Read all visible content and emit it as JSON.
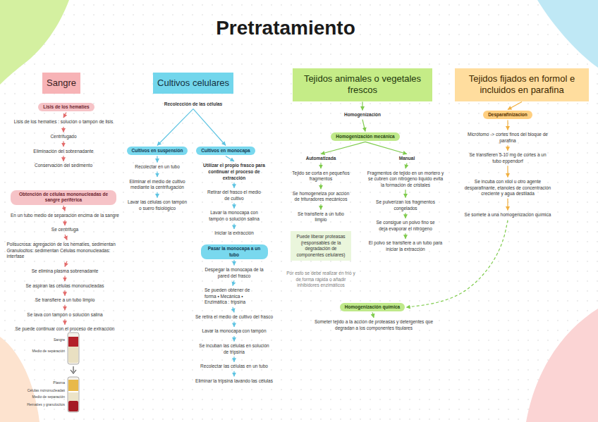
{
  "diagram": {
    "title": "Pretratamiento",
    "nodes": [
      {
        "text": [
          "Sangre"
        ]
      },
      {
        "text": [
          "Lisis de los hematíes"
        ]
      },
      {
        "text": [
          "Lisis de los hematíes : solución o tampón de lisis"
        ]
      },
      {
        "text": [
          "Centrifugado"
        ]
      },
      {
        "text": [
          "Eliminación del sobrenadante"
        ]
      },
      {
        "text": [
          "Conservación del sedimento"
        ]
      },
      {
        "text": [
          "Obtención de células mononucleadas de sangre periférica"
        ]
      },
      {
        "text": [
          "En un tubo medio de separación encima de la sangre"
        ]
      },
      {
        "text": [
          "Se centrifuga"
        ]
      },
      {
        "text": [
          "Polisucrosa: agregación de los hematíes, sedimentan Granulocitos: sedimentan Células mononucleadas: interfase"
        ]
      },
      {
        "text": [
          "Se elimina plasma sobrenadante"
        ]
      },
      {
        "text": [
          "Se aspiran las células mononucleadas"
        ]
      },
      {
        "text": [
          "Se transfiere a un tubo limpio"
        ]
      },
      {
        "text": [
          "Se lava con tampón o solución salina"
        ]
      },
      {
        "text": [
          "Se puede continuar con el proceso de extracción"
        ]
      },
      {
        "text": [
          "Cultivos celulares"
        ]
      },
      {
        "text": [
          "Recolección de las células"
        ]
      },
      {
        "text": [
          "Cultivos en suspensión"
        ]
      },
      {
        "text": [
          "Recolectar en un tubo"
        ]
      },
      {
        "text": [
          "Eliminar el medio de cultivo mediante la centrifugación"
        ]
      },
      {
        "text": [
          "Lavar las células con tampón o suero fisiológico"
        ]
      },
      {
        "text": [
          "Cultivos en monocapa"
        ]
      },
      {
        "text": [
          "Utilizar el propio frasco para continuar el proceso de extracción"
        ]
      },
      {
        "text": [
          "Retirar del frasco el medio de cultivo"
        ]
      },
      {
        "text": [
          "Lavar la monocapa con tampón o solución salina"
        ]
      },
      {
        "text": [
          "Iniciar la extracción"
        ]
      },
      {
        "text": [
          "Pasar la monocapa a un tubo"
        ]
      },
      {
        "text": [
          "Despegar la monocapa de la pared del frasco"
        ]
      },
      {
        "text": [
          "Se pueden obtener de forma • Mecánica • Enzimática : tripsina"
        ]
      },
      {
        "text": [
          "Se retira el medio de cultivo del frasco"
        ]
      },
      {
        "text": [
          "Lavar la monocapa con tampón"
        ]
      },
      {
        "text": [
          "Se incuban las células en solución de tripsina"
        ]
      },
      {
        "text": [
          "Recolectar las células en un tubo"
        ]
      },
      {
        "text": [
          "Eliminar la tripsina lavando las células"
        ]
      },
      {
        "text": [
          "Tejidos animales o vegetales frescos"
        ]
      },
      {
        "text": [
          "Homogenización"
        ]
      },
      {
        "text": [
          "Homogenización mecánica"
        ]
      },
      {
        "text": [
          "Automatizada"
        ]
      },
      {
        "text": [
          "Tejido se corta en pequeños fragmentos"
        ]
      },
      {
        "text": [
          "Se homogeneiza por acción de trituradores mecánicos"
        ]
      },
      {
        "text": [
          "Se transfiere a un tubo limpio"
        ]
      },
      {
        "text": [
          "Puede liberar proteasas (responsables de la degradación de componentes celulares)"
        ]
      },
      {
        "text": [
          "Manual"
        ]
      },
      {
        "text": [
          "Fragmentos de tejido en un mortero y se cubren con nitrógeno líquido evita la formación de cristales"
        ]
      },
      {
        "text": [
          "Se pulverizan los fragmentos congelados"
        ]
      },
      {
        "text": [
          "Se consigue un polvo fino se deja evaporar el nitrógeno"
        ]
      },
      {
        "text": [
          "El polvo se transfiere a un tubo para iniciar la extracción"
        ]
      },
      {
        "text": [
          "Homogenización química"
        ]
      },
      {
        "text": [
          "Someter tejido a la acción de proteasas y detergentes que degradan a los componentes tisulares"
        ]
      },
      {
        "text": [
          "Tejidos fijados en formol e incluidos en parafina"
        ]
      },
      {
        "text": [
          "Desparafinizacion"
        ]
      },
      {
        "text": [
          "Micrótomo -> cortes finos del bloque de parafina"
        ]
      },
      {
        "text": [
          "Se transfieren 5-10 mg de cortes a un tubo eppendorf"
        ]
      },
      {
        "text": [
          "Se incuba con xilol u otro agente desparafinante, etanoles de concentración creciente y agua destilada"
        ]
      },
      {
        "text": [
          "Se somete a una homogenización química"
        ]
      }
    ],
    "edges": [
      {
        "from": 1,
        "to": 2,
        "arrow": "to"
      },
      {
        "from": 2,
        "to": 3,
        "arrow": "to"
      },
      {
        "from": 3,
        "to": 4,
        "arrow": "to"
      },
      {
        "from": 4,
        "to": 5,
        "arrow": "to"
      },
      {
        "from": 6,
        "to": 7,
        "arrow": "to"
      },
      {
        "from": 7,
        "to": 8,
        "arrow": "to"
      },
      {
        "from": 8,
        "to": 9,
        "arrow": "to"
      },
      {
        "from": 9,
        "to": 10,
        "arrow": "to"
      },
      {
        "from": 10,
        "to": 11,
        "arrow": "to"
      },
      {
        "from": 11,
        "to": 12,
        "arrow": "to"
      },
      {
        "from": 12,
        "to": 13,
        "arrow": "to"
      },
      {
        "from": 13,
        "to": 14,
        "arrow": "to"
      },
      {
        "from": 16,
        "to": 17,
        "arrow": "to"
      },
      {
        "from": 16,
        "to": 21,
        "arrow": "to"
      },
      {
        "from": 17,
        "to": 18,
        "arrow": "to"
      },
      {
        "from": 18,
        "to": 19,
        "arrow": "to"
      },
      {
        "from": 19,
        "to": 20,
        "arrow": "to"
      },
      {
        "from": 21,
        "to": 22,
        "arrow": "to"
      },
      {
        "from": 22,
        "to": 23,
        "arrow": "to"
      },
      {
        "from": 23,
        "to": 24,
        "arrow": "to"
      },
      {
        "from": 24,
        "to": 25,
        "arrow": "to"
      },
      {
        "from": 26,
        "to": 27,
        "arrow": "to"
      },
      {
        "from": 27,
        "to": 28,
        "arrow": "to"
      },
      {
        "from": 28,
        "to": 29,
        "arrow": "to"
      },
      {
        "from": 29,
        "to": 30,
        "arrow": "to"
      },
      {
        "from": 30,
        "to": 31,
        "arrow": "to"
      },
      {
        "from": 31,
        "to": 32,
        "arrow": "to"
      },
      {
        "from": 32,
        "to": 33,
        "arrow": "to"
      },
      {
        "from": 34,
        "to": 35,
        "arrow": "to"
      },
      {
        "from": 35,
        "to": 36,
        "arrow": "to"
      },
      {
        "from": 36,
        "to": 37,
        "arrow": "to"
      },
      {
        "from": 36,
        "to": 42,
        "arrow": "to"
      },
      {
        "from": 37,
        "to": 38,
        "arrow": "to"
      },
      {
        "from": 38,
        "to": 39,
        "arrow": "to"
      },
      {
        "from": 39,
        "to": 40,
        "arrow": "to"
      },
      {
        "from": 42,
        "to": 43,
        "arrow": "to"
      },
      {
        "from": 43,
        "to": 44,
        "arrow": "to"
      },
      {
        "from": 44,
        "to": 45,
        "arrow": "to"
      },
      {
        "from": 45,
        "to": 46,
        "arrow": "to"
      },
      {
        "from": 47,
        "to": 48,
        "arrow": "to"
      },
      {
        "from": 49,
        "to": 50,
        "arrow": "to"
      },
      {
        "from": 50,
        "to": 51,
        "arrow": "to"
      },
      {
        "from": 51,
        "to": 52,
        "arrow": "to"
      },
      {
        "from": 52,
        "to": 53,
        "arrow": "to"
      },
      {
        "from": 53,
        "to": 54,
        "arrow": "to"
      },
      {
        "from": 54,
        "to": 47,
        "arrow": "to"
      }
    ],
    "labels": [
      "Por esto se debe realizar en frío y de forma rápida o añadir inhibidores enzimáticos",
      "Sangre",
      "Medio de separación",
      "Plasma",
      "Células mononucleadas",
      "Medio de separación",
      "Hematíes y granulocitos"
    ]
  }
}
